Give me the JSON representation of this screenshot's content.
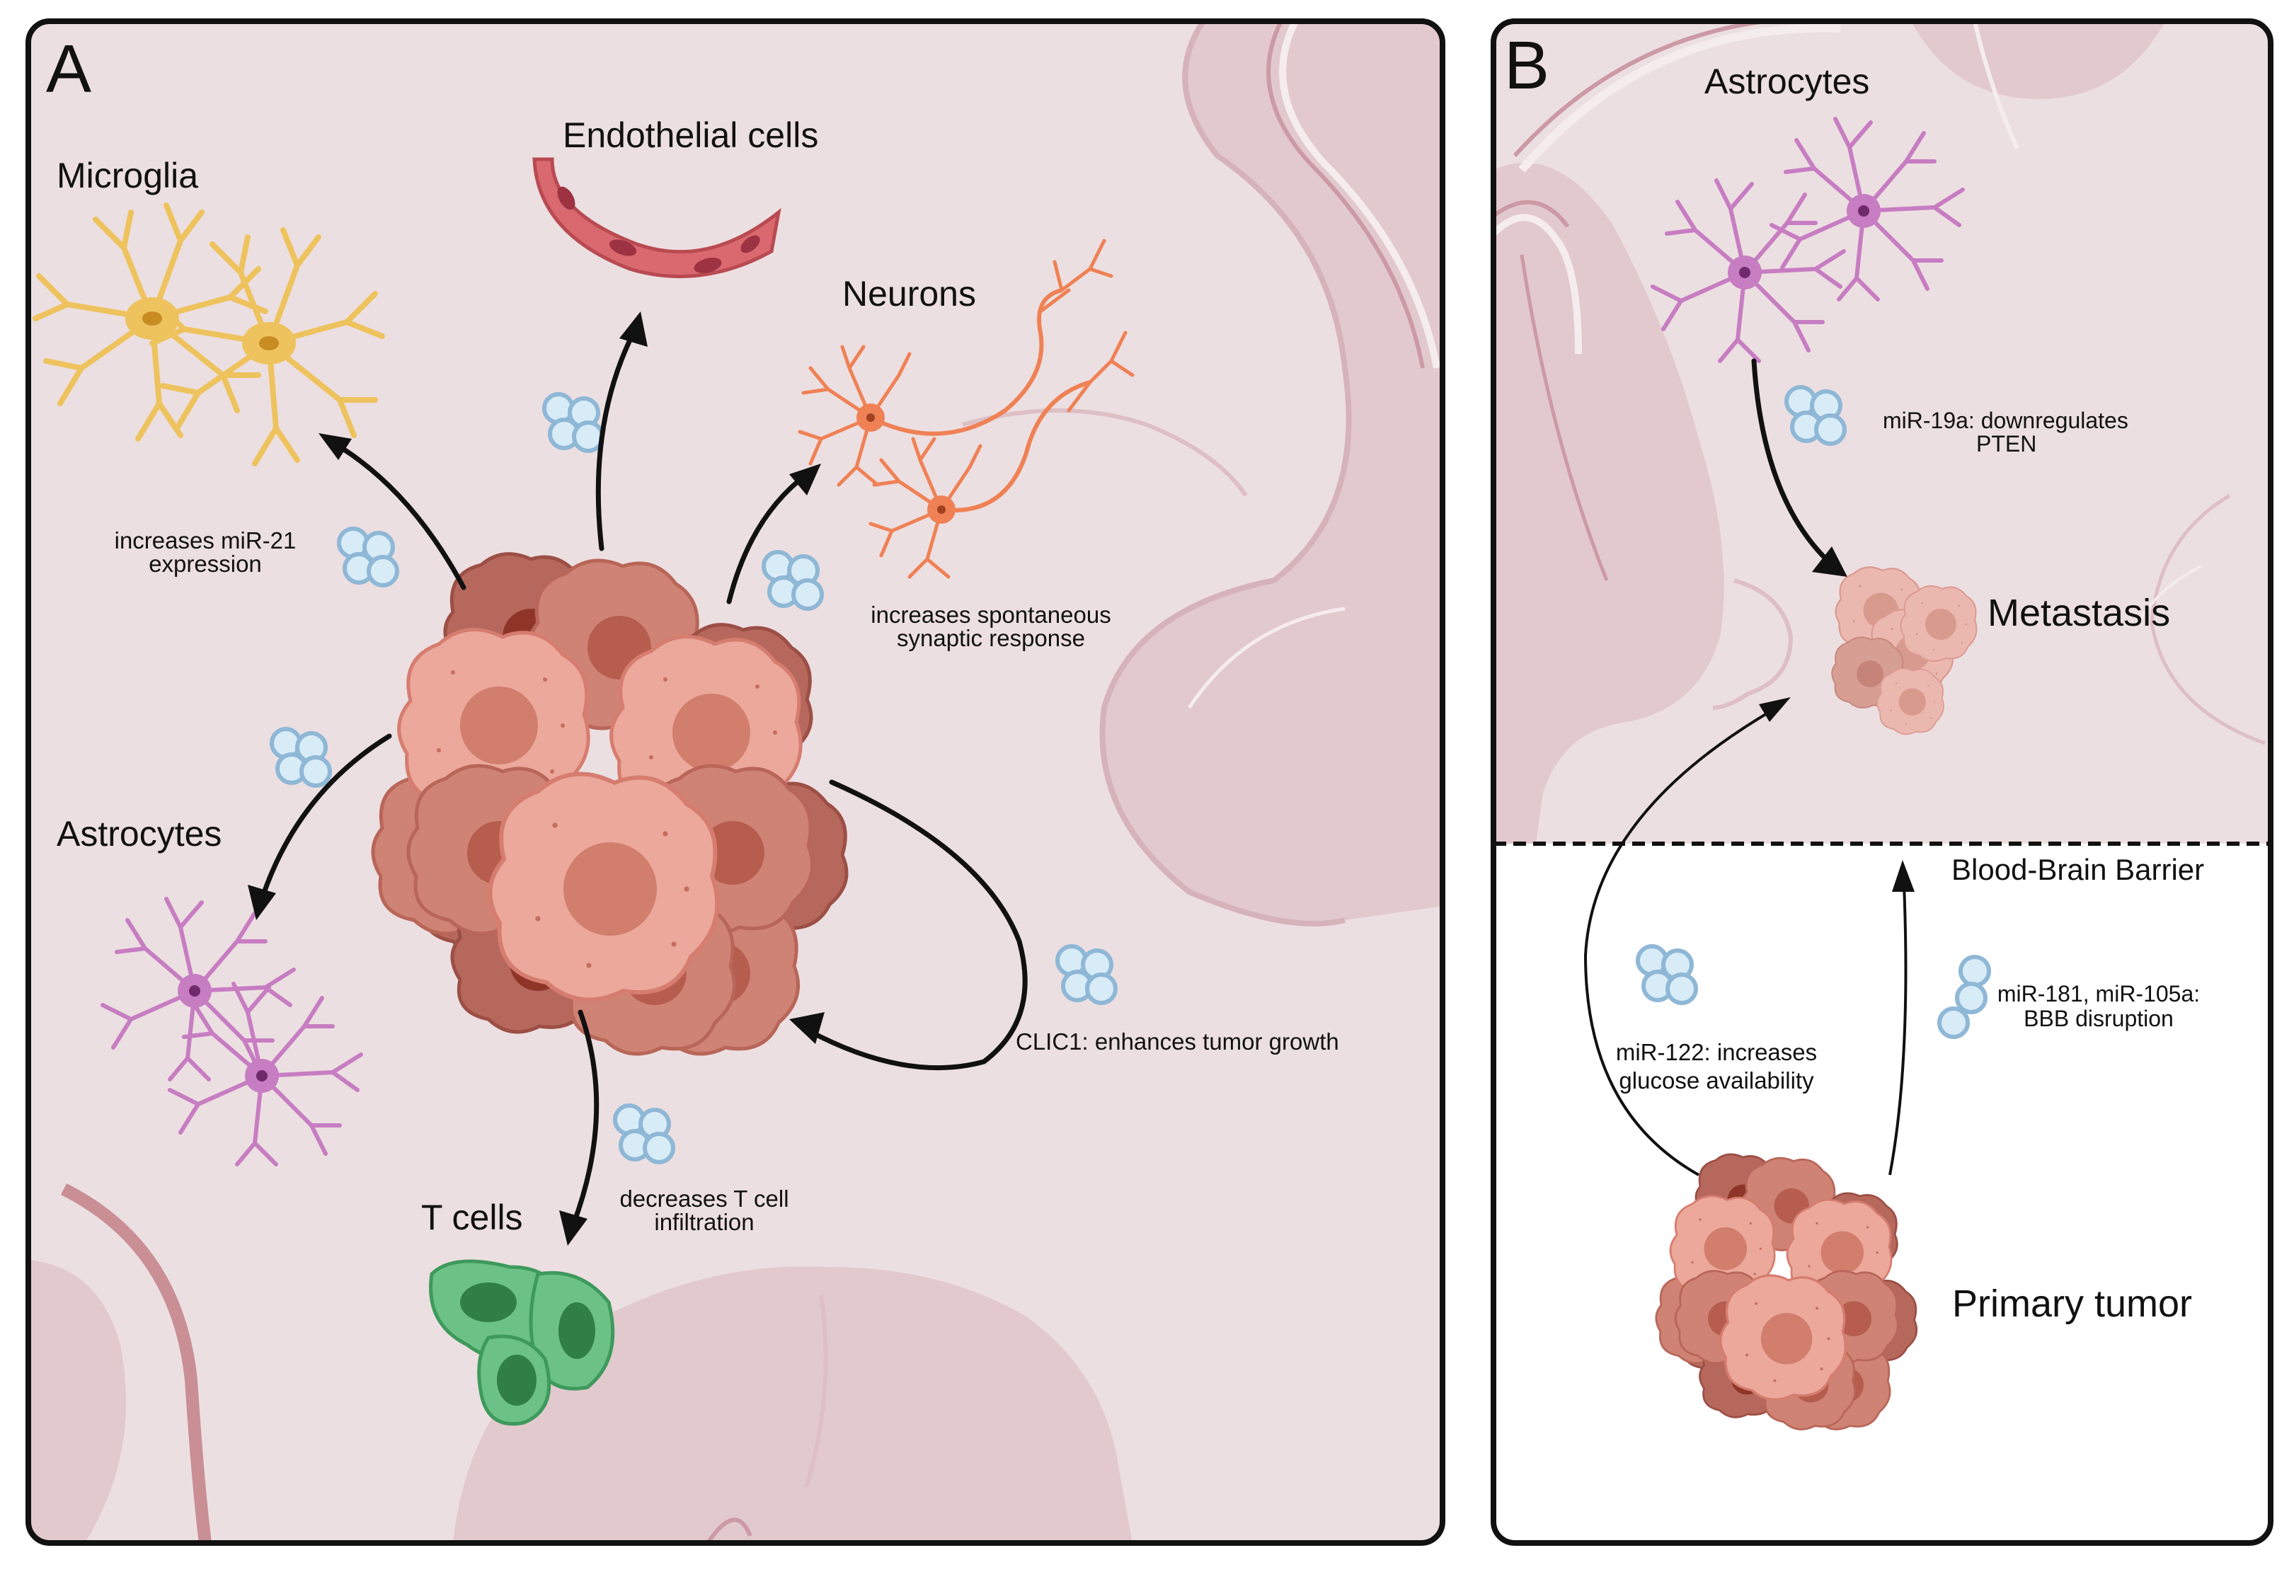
{
  "panel_a": {
    "letter": "A",
    "labels": {
      "microglia": "Microglia",
      "endothelial": "Endothelial cells",
      "neurons": "Neurons",
      "astrocytes": "Astrocytes",
      "t_cells": "T cells"
    },
    "notes": {
      "mir21_line1": "increases miR-21",
      "mir21_line2": "expression",
      "synaptic_line1": "increases spontaneous",
      "synaptic_line2": "synaptic response",
      "clic1": "CLIC1: enhances tumor growth",
      "tcell_line1": "decreases  T cell",
      "tcell_line2": "infiltration"
    }
  },
  "panel_b": {
    "letter": "B",
    "labels": {
      "astrocytes": "Astrocytes",
      "metastasis": "Metastasis",
      "bbb": "Blood-Brain Barrier",
      "primary_tumor": "Primary tumor"
    },
    "notes": {
      "mir19a_line1": "miR-19a: downregulates",
      "mir19a_line2": "PTEN",
      "mir122_line1": "miR-122: increases",
      "mir122_line2": "glucose availability",
      "mir181_line1": "miR-181, miR-105a:",
      "mir181_line2": "BBB disruption"
    }
  },
  "colors": {
    "panel_bg": "#ecdfe1",
    "brain_fold": "#e2c9ce",
    "tumor_light": "#eba89b",
    "tumor_dark": "#9c4a40",
    "microglia": "#eec35e",
    "endothelial": "#d9696f",
    "neuron": "#ef8155",
    "astrocyte": "#c77dc2",
    "t_cell": "#6cc187",
    "exosome": "#d8ecf7"
  }
}
